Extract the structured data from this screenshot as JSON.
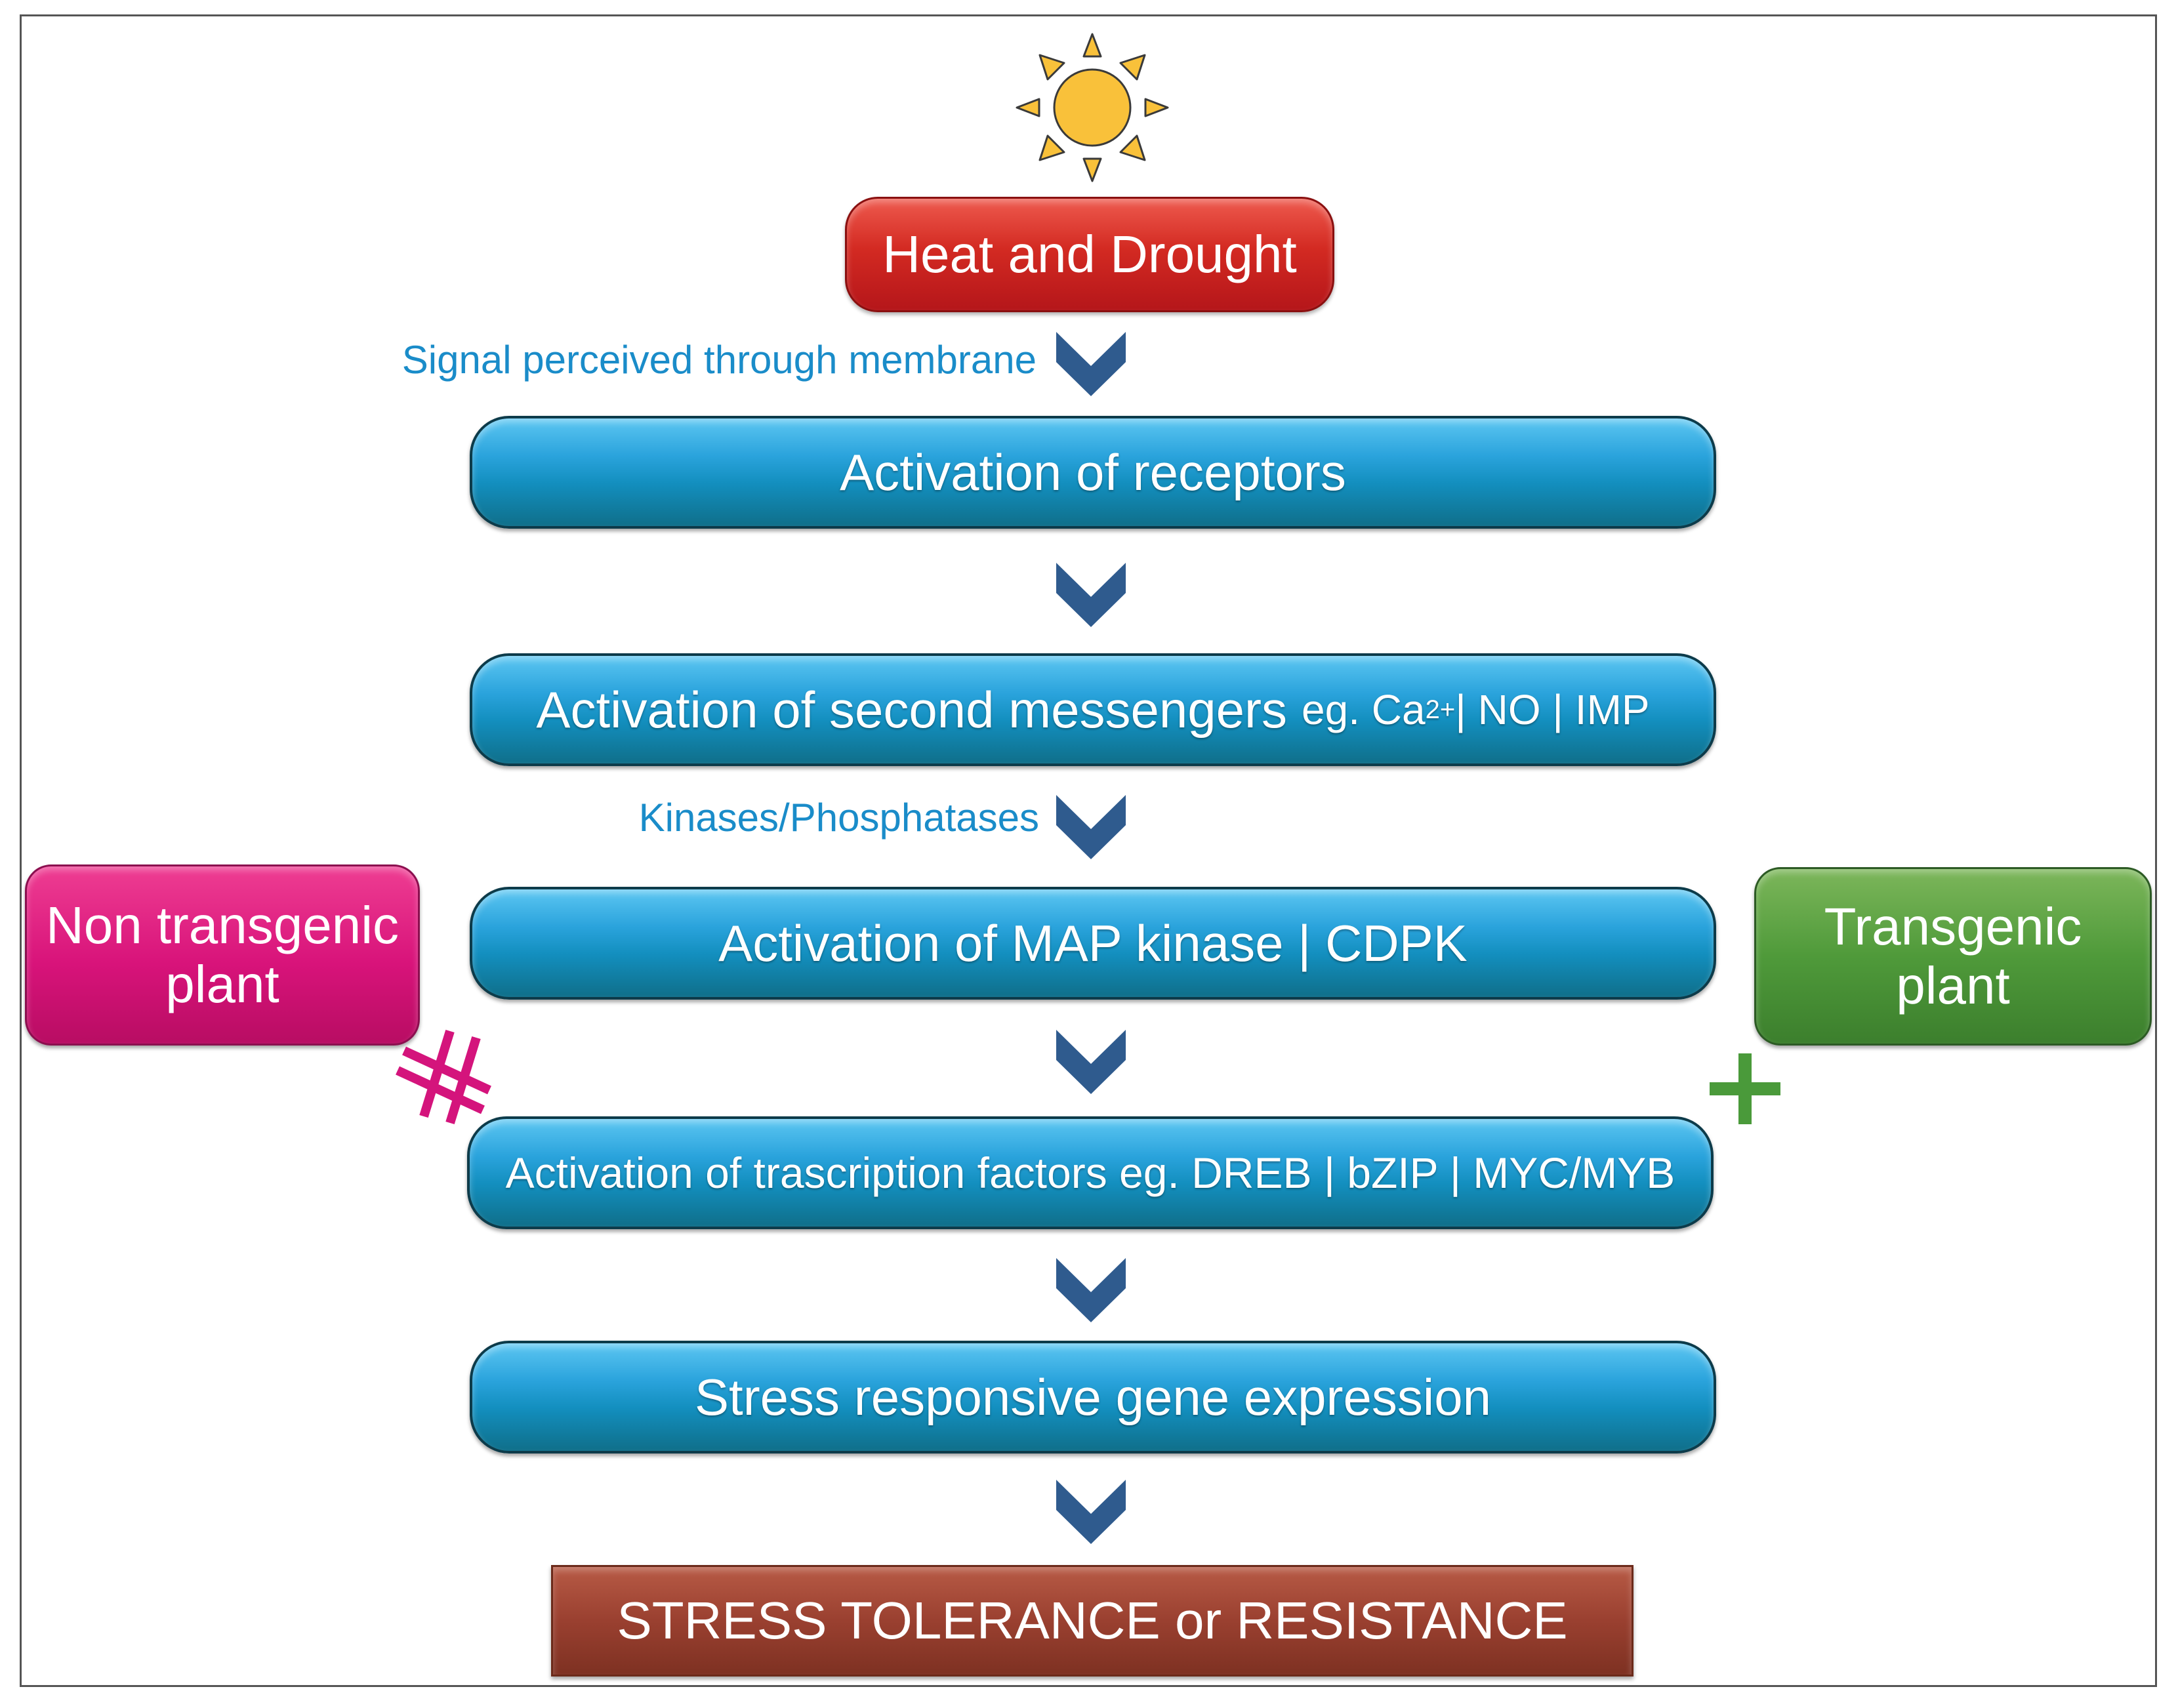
{
  "stressor": "Heat and Drought",
  "notes": {
    "membrane": "Signal perceived through membrane",
    "kinases": "Kinases/Phosphatases"
  },
  "steps": {
    "receptors": "Activation of receptors",
    "second_main": "Activation of second messengers",
    "second_eg": "eg. Ca",
    "second_sup": "2+",
    "second_rest": " | NO | IMP",
    "map": "Activation of MAP kinase | CDPK",
    "tf": "Activation of trascription factors eg. DREB | bZIP | MYC/MYB",
    "gene": "Stress responsive gene expression"
  },
  "result": "STRESS TOLERANCE or RESISTANCE",
  "plants": {
    "non_line1": "Non transgenic",
    "non_line2": "plant",
    "trans_line1": "Transgenic",
    "trans_line2": "plant"
  },
  "markers": {
    "cross_color": "#d4147c",
    "plus_color": "#4a9a3a"
  },
  "colors": {
    "pill": "#1a9fd6",
    "note": "#1a8cc9",
    "chevron": "#2f5b8e",
    "sun": "#f9c13a"
  }
}
